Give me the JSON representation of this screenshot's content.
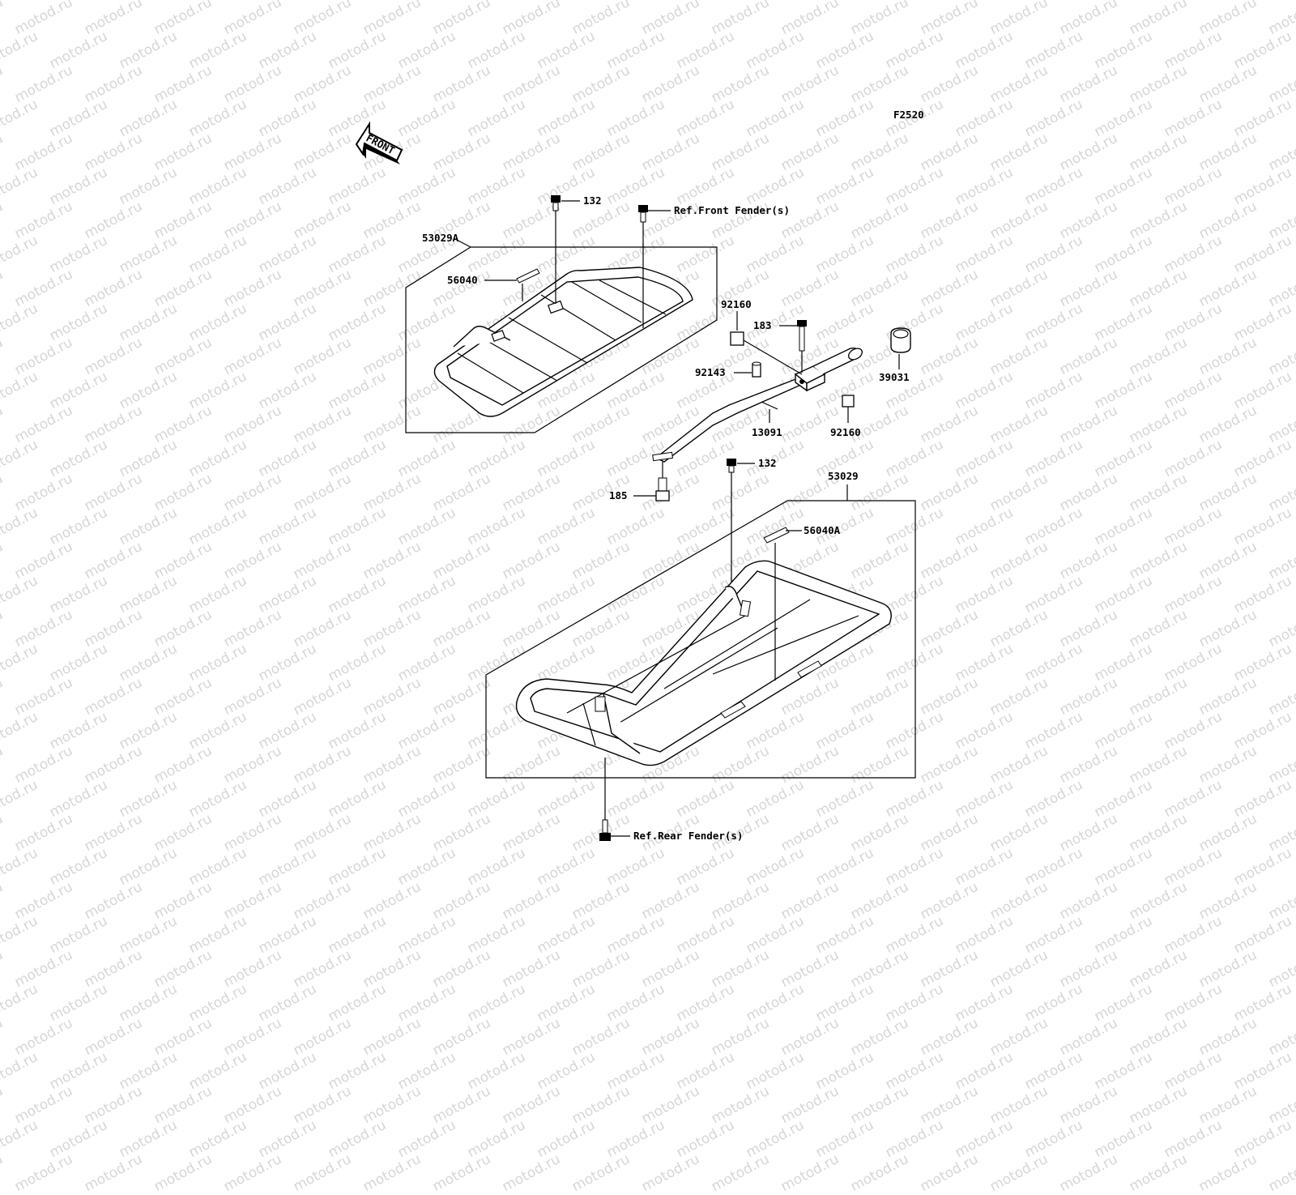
{
  "watermark": {
    "text": "motod.ru"
  },
  "diagram": {
    "code": "F2520",
    "front_arrow_label": "FRONT",
    "labels": {
      "front_rack": "53029A",
      "front_bolt": "132",
      "front_fender_ref": "Ref.Front Fender(s)",
      "front_decal": "56040",
      "collar_upper": "92160",
      "bolt_183": "183",
      "cap": "39031",
      "spacer": "92143",
      "bracket": "13091",
      "collar_lower": "92160",
      "mid_bolt": "132",
      "bolt_185": "185",
      "rear_rack": "53029",
      "rear_decal": "56040A",
      "rear_fender_ref": "Ref.Rear Fender(s)"
    }
  }
}
